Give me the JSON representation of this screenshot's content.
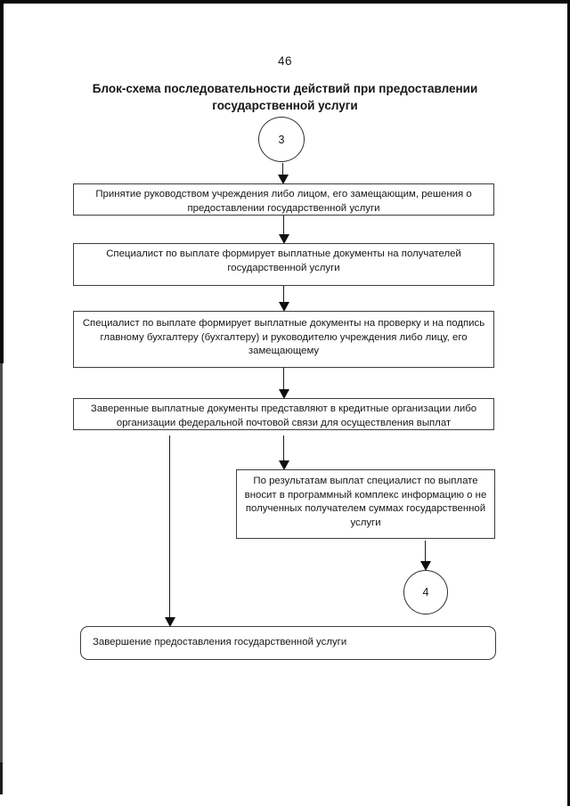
{
  "page": {
    "number": "46",
    "title_line1": "Блок-схема последовательности действий при предоставлении",
    "title_line2": "государственной услуги"
  },
  "flowchart": {
    "connectors": {
      "start_label": "3",
      "end_label": "4"
    },
    "steps": [
      {
        "text": "Принятие руководством учреждения либо лицом, его замещающим, решения о предоставлении государственной услуги"
      },
      {
        "text": "Специалист по выплате формирует выплатные документы на получателей государственной услуги"
      },
      {
        "text": "Специалист по выплате формирует выплатные документы на проверку и на подпись главному бухгалтеру (бухгалтеру) и руководителю учреждения либо лицу, его замещающему"
      },
      {
        "text": "Заверенные выплатные документы представляют в кредитные организации либо организации федеральной почтовой связи для осуществления выплат"
      },
      {
        "text": "По результатам выплат специалист по выплате вносит в программный комплекс информацию о не полученных получателем суммах государственной услуги"
      },
      {
        "text": "Завершение предоставления государственной услуги"
      }
    ],
    "colors": {
      "line": "#1a1a1a",
      "box_border": "#3d3d3d",
      "text": "#161616",
      "background": "#ffffff"
    }
  }
}
